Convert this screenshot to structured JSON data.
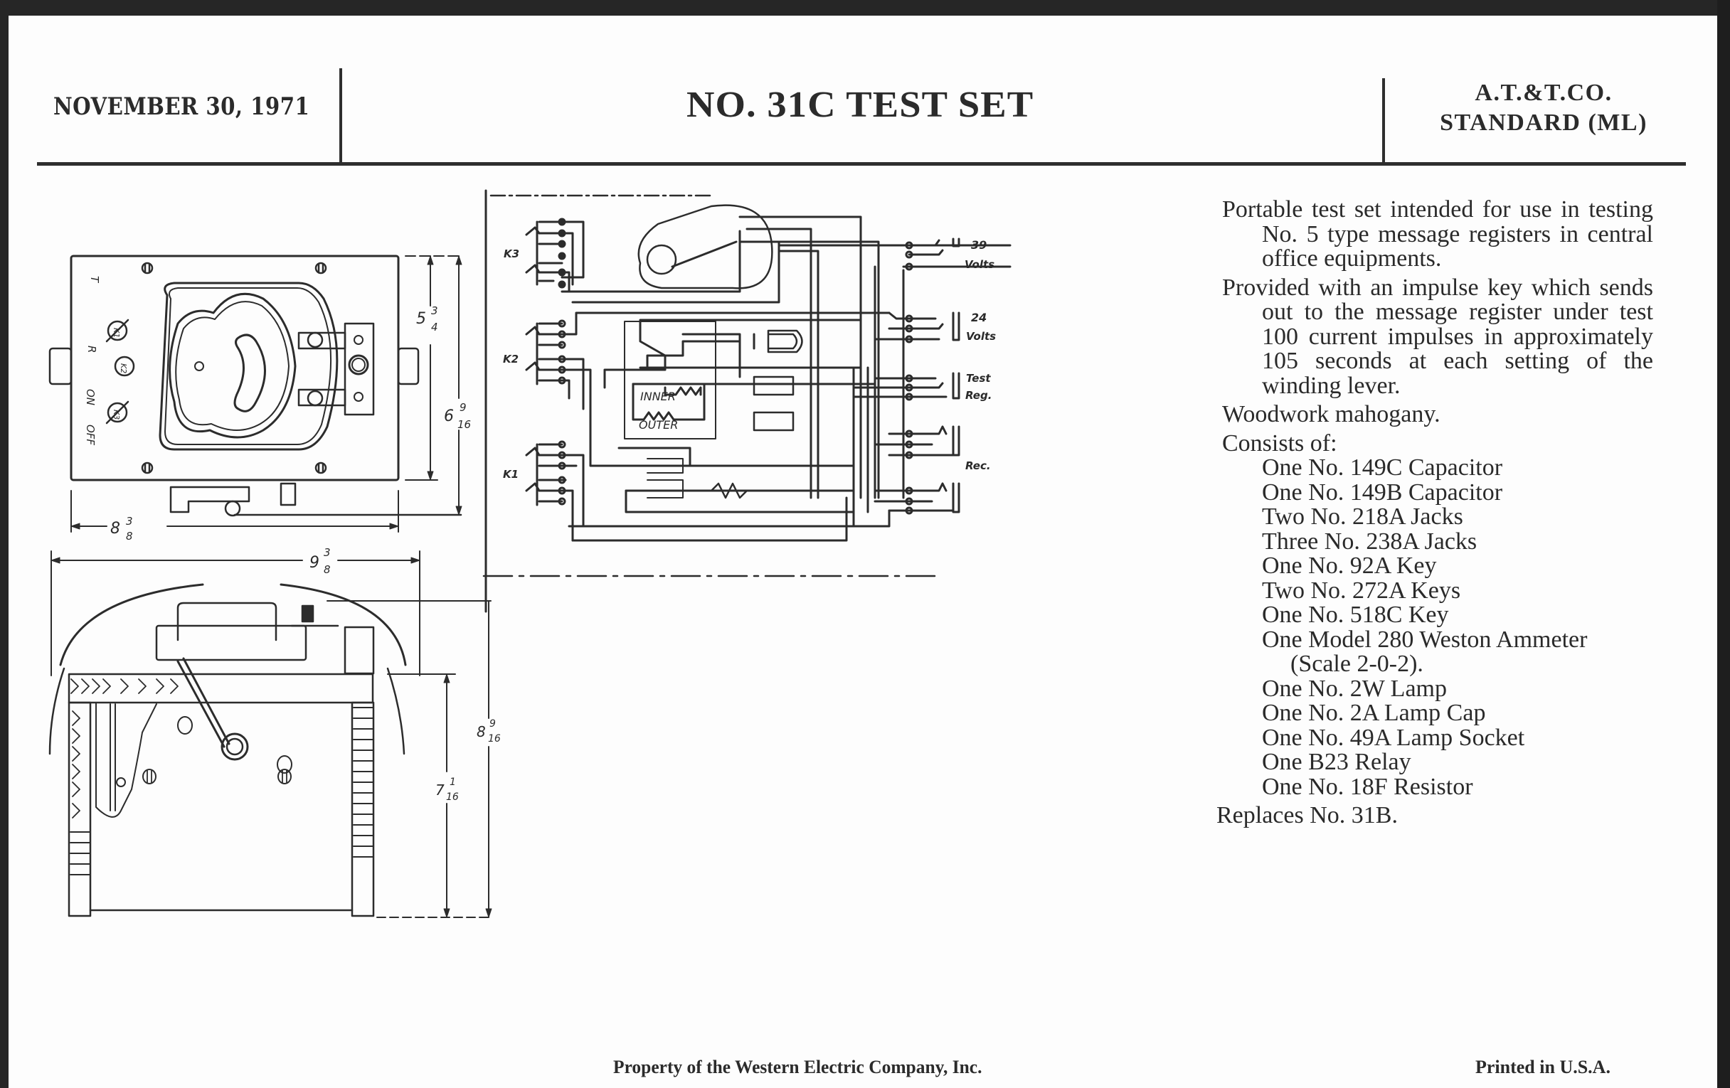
{
  "header": {
    "date": "NOVEMBER 30, 1971",
    "title": "NO. 31C TEST SET",
    "company_line1": "A.T.&T.CO.",
    "company_line2": "STANDARD (ML)"
  },
  "description": {
    "paragraphs": [
      "Portable test set intended for use in testing No. 5 type message registers in central office equipments.",
      "Provided with an impulse key which sends out to the message register under test 100 current impulses in approximately 105 seconds at each setting of the winding lever.",
      "Woodwork mahogany."
    ],
    "consists_heading": "Consists of:",
    "parts": [
      "One No. 149C Capacitor",
      "One No. 149B Capacitor",
      "Two No. 218A Jacks",
      "Three No. 238A Jacks",
      "One No. 92A Key",
      "Two No. 272A Keys",
      "One No. 518C Key",
      "One Model 280 Weston Ammeter",
      "One No. 2W Lamp",
      "One No. 2A Lamp Cap",
      "One No. 49A Lamp Socket",
      "One B23 Relay",
      "One No. 18F Resistor"
    ],
    "ammeter_scale": "(Scale 2-0-2).",
    "replaces": "Replaces No. 31B."
  },
  "top_view": {
    "panel_labels": [
      "T",
      "R",
      "ON",
      "OFF"
    ],
    "key_labels": [
      "K1",
      "K2",
      "K3"
    ],
    "dim_width": {
      "whole": "8",
      "num": "3",
      "den": "8"
    },
    "dim_depth_inner": {
      "whole": "5",
      "num": "3",
      "den": "4"
    },
    "dim_depth_outer": {
      "whole": "6",
      "num": "9",
      "den": "16"
    }
  },
  "side_view": {
    "dim_width": {
      "whole": "9",
      "num": "3",
      "den": "8"
    },
    "dim_height_body": {
      "whole": "7",
      "num": "1",
      "den": "16"
    },
    "dim_height_total": {
      "whole": "8",
      "num": "9",
      "den": "16"
    }
  },
  "schematic": {
    "key_labels": [
      "K3",
      "K2",
      "K1"
    ],
    "coil_labels": [
      "INNER",
      "OUTER"
    ],
    "jacks": [
      {
        "line1": "39",
        "line2": "Volts"
      },
      {
        "line1": "24",
        "line2": "Volts"
      },
      {
        "line1": "Test",
        "line2": "Reg."
      },
      {
        "line1": "Rec.",
        "line2": ""
      }
    ]
  },
  "footer": {
    "left": "Property of the Western Electric Company, Inc.",
    "right": "Printed in U.S.A."
  }
}
